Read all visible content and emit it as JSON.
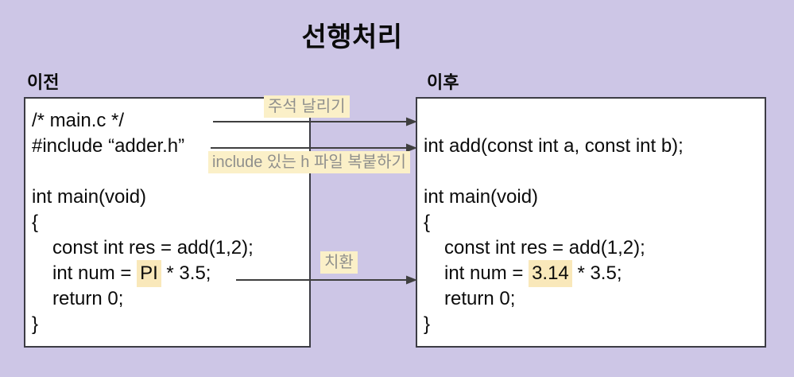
{
  "title": "선행처리",
  "colors": {
    "background": "#cdc6e6",
    "panel_background": "#ffffff",
    "panel_border": "#3c3c44",
    "annotation_background": "#fbf0c8",
    "annotation_text": "#8f8f8c",
    "code_highlight": "#f9e8ba",
    "arrow": "#3f3f3f",
    "text": "#0b0b0b"
  },
  "panel_before": {
    "header": "이전",
    "lines": [
      {
        "segments": [
          {
            "text": "/* main.c */"
          }
        ]
      },
      {
        "segments": [
          {
            "text": "#include “adder.h”"
          }
        ]
      },
      {
        "segments": [
          {
            "text": ""
          }
        ]
      },
      {
        "segments": [
          {
            "text": "int main(void)"
          }
        ]
      },
      {
        "segments": [
          {
            "text": "{"
          }
        ]
      },
      {
        "indent": true,
        "segments": [
          {
            "text": "const int res = add(1,2);"
          }
        ]
      },
      {
        "indent": true,
        "segments": [
          {
            "text": "int num = "
          },
          {
            "text": "PI",
            "highlight": true
          },
          {
            "text": " * 3.5;"
          }
        ]
      },
      {
        "indent": true,
        "segments": [
          {
            "text": "return 0;"
          }
        ]
      },
      {
        "segments": [
          {
            "text": "}"
          }
        ]
      }
    ]
  },
  "panel_after": {
    "header": "이후",
    "lines": [
      {
        "segments": [
          {
            "text": ""
          }
        ]
      },
      {
        "segments": [
          {
            "text": "int add(const int a, const int b);"
          }
        ]
      },
      {
        "segments": [
          {
            "text": ""
          }
        ]
      },
      {
        "segments": [
          {
            "text": "int main(void)"
          }
        ]
      },
      {
        "segments": [
          {
            "text": "{"
          }
        ]
      },
      {
        "indent": true,
        "segments": [
          {
            "text": "const int res = add(1,2);"
          }
        ]
      },
      {
        "indent": true,
        "segments": [
          {
            "text": "int num = "
          },
          {
            "text": "3.14",
            "highlight": true
          },
          {
            "text": " * 3.5;"
          }
        ]
      },
      {
        "indent": true,
        "segments": [
          {
            "text": "return 0;"
          }
        ]
      },
      {
        "segments": [
          {
            "text": "}"
          }
        ]
      }
    ]
  },
  "annotations": {
    "comment_removal": "주석 날리기",
    "include_paste": "include 있는 h 파일 복붙하기",
    "substitution": "치환"
  }
}
